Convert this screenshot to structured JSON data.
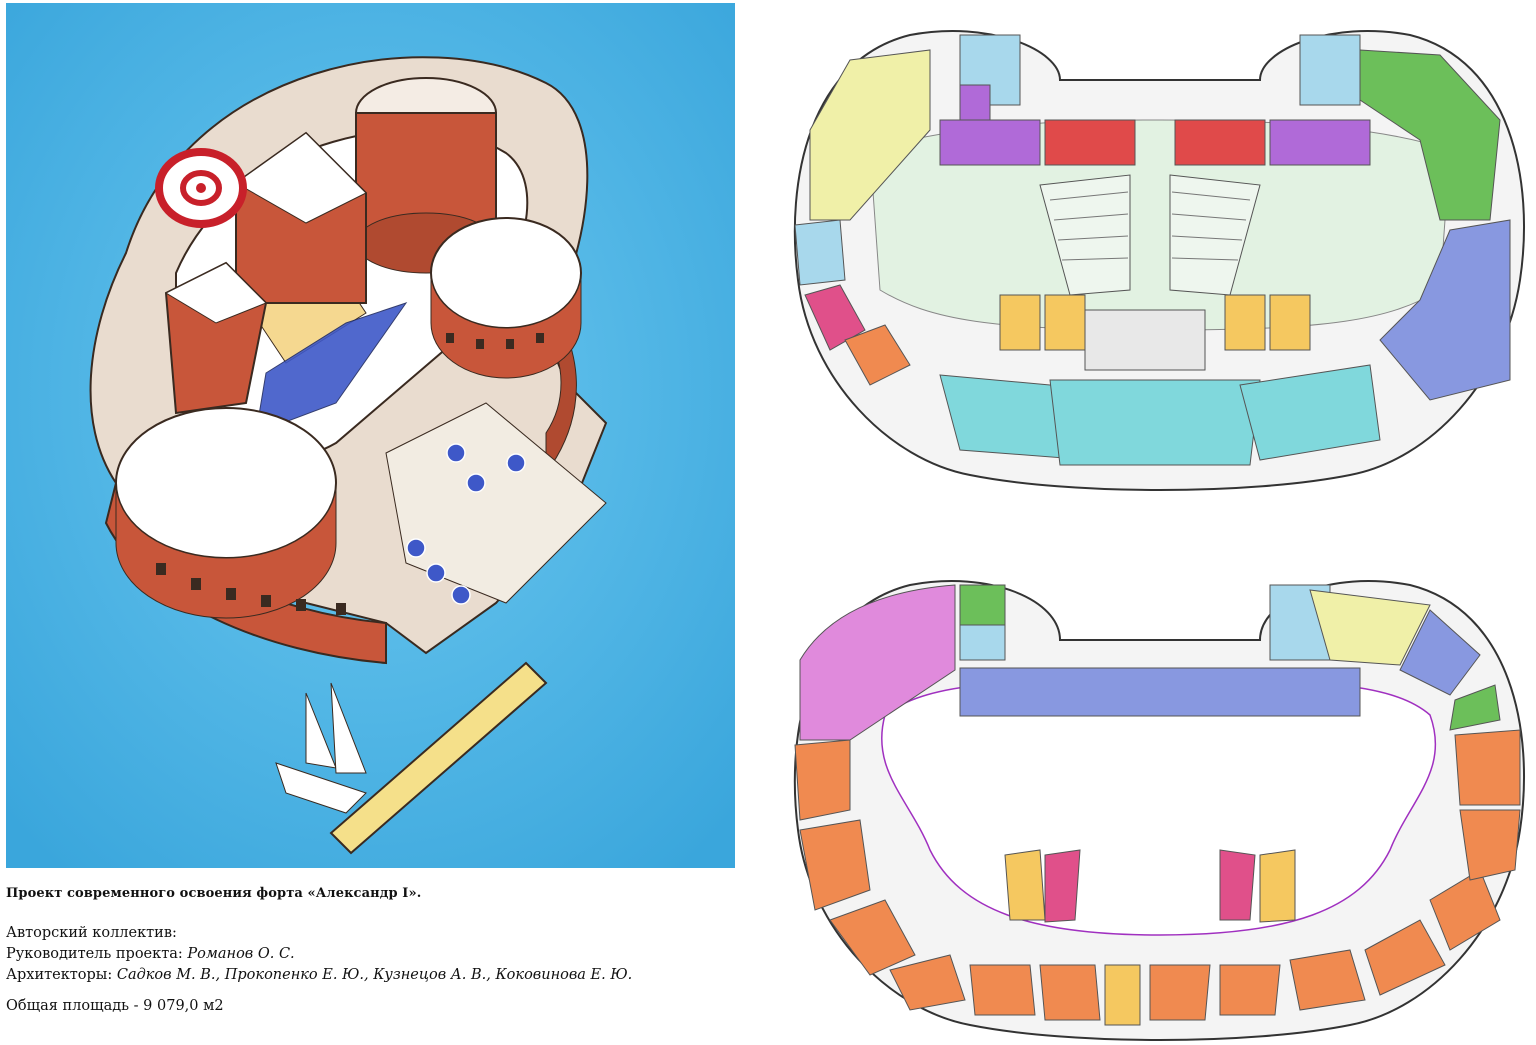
{
  "caption": {
    "title": "Проект современного освоения форта «Александр I».",
    "team_label": "Авторский коллектив:",
    "lead_label": "Руководитель проекта:",
    "lead_names": "Романов О. С.",
    "architects_label": "Архитекторы:",
    "architects_names": "Садков М. В., Прокопенко Е. Ю., Кузнецов А. В., Коковинова Е. Ю.",
    "area": "Общая площадь - 9 079,0 м2"
  },
  "colors": {
    "sea_blue": "#3aa6dc",
    "brick": "#c8563a",
    "purple": "#b06ad8",
    "red": "#e04a4a",
    "green": "#6cbf5a",
    "blue": "#8898e0",
    "orange": "#f08a50",
    "yellow": "#f5c860",
    "cyan": "#80d8dc",
    "light_yellow": "#f0f0a8",
    "pink": "#e08adc",
    "magenta": "#e0508a",
    "light_blue": "#a8d8ec",
    "pale_green": "#e2f2e2"
  }
}
